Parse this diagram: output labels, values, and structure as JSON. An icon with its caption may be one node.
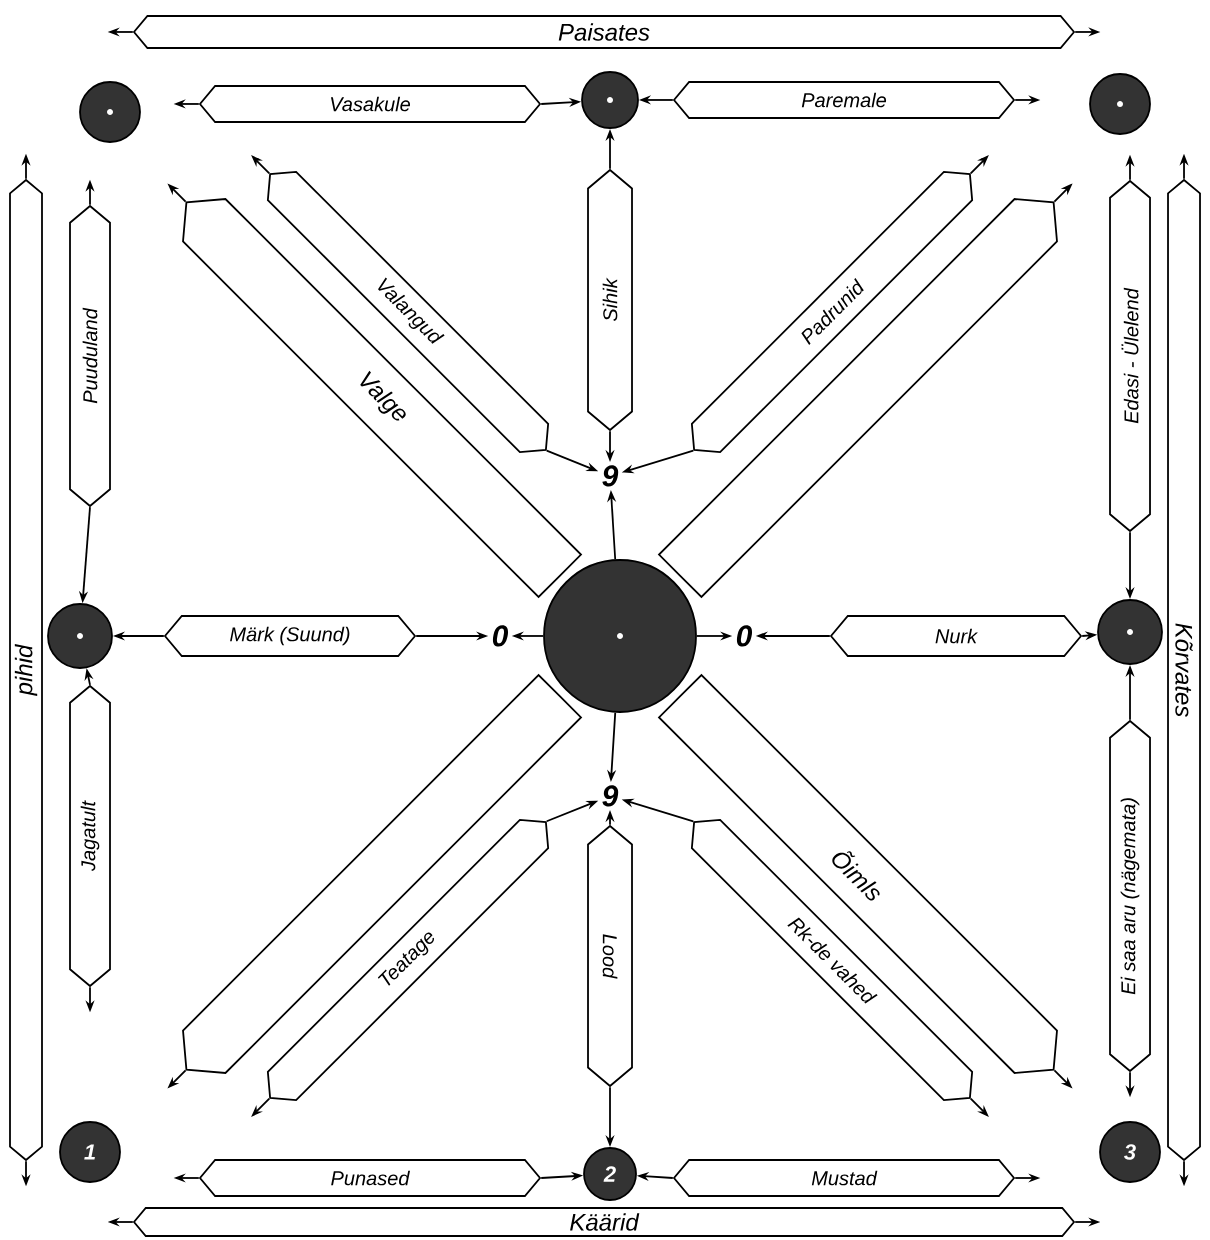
{
  "diagram": {
    "nodes": [
      {
        "text": [
          "Paisates"
        ]
      },
      {
        "text": [
          "Vasakule"
        ]
      },
      {
        "text": [
          "Paremale"
        ]
      },
      {
        "text": [],
        "shape": "circle"
      },
      {
        "text": [],
        "shape": "circle"
      },
      {
        "text": [],
        "shape": "circle"
      },
      {
        "text": [
          "pihid"
        ]
      },
      {
        "text": [
          "Puuduland"
        ]
      },
      {
        "text": [
          "Valge"
        ]
      },
      {
        "text": [
          "Valangud"
        ]
      },
      {
        "text": [
          "Sihik"
        ]
      },
      {
        "text": [
          "Padrunid"
        ]
      },
      {
        "text": [],
        "shape": "bar"
      },
      {
        "text": [
          "Edasi - Ülelend"
        ]
      },
      {
        "text": [
          "Kõrvates"
        ]
      },
      {
        "text": [],
        "shape": "circle"
      },
      {
        "text": [
          "Märk (Suund)"
        ]
      },
      {
        "text": [
          "0"
        ]
      },
      {
        "text": [],
        "shape": "circle"
      },
      {
        "text": [
          "0"
        ]
      },
      {
        "text": [
          "Nurk"
        ]
      },
      {
        "text": [],
        "shape": "circle"
      },
      {
        "text": [
          "9"
        ]
      },
      {
        "text": [
          "9"
        ]
      },
      {
        "text": [
          "Jagatult"
        ]
      },
      {
        "text": [],
        "shape": "bar"
      },
      {
        "text": [
          "Teatage"
        ]
      },
      {
        "text": [
          "Lood"
        ]
      },
      {
        "text": [
          "Rk-de vahed"
        ]
      },
      {
        "text": [
          "Õimls"
        ]
      },
      {
        "text": [
          "Ei saa aru (nägemata)"
        ]
      },
      {
        "text": [
          "1"
        ]
      },
      {
        "text": [
          "Punased"
        ]
      },
      {
        "text": [
          "2"
        ]
      },
      {
        "text": [
          "Mustad"
        ]
      },
      {
        "text": [
          "3"
        ]
      },
      {
        "text": [
          "Käärid"
        ]
      }
    ],
    "edges": [
      {
        "from": 0,
        "to": null,
        "arrow": "to"
      },
      {
        "from": 0,
        "to": null,
        "arrow": "to"
      },
      {
        "from": 1,
        "to": null,
        "arrow": "to"
      },
      {
        "from": 1,
        "to": 4,
        "arrow": "to"
      },
      {
        "from": 2,
        "to": 4,
        "arrow": "to"
      },
      {
        "from": 2,
        "to": null,
        "arrow": "to"
      },
      {
        "from": 6,
        "to": null,
        "arrow": "to"
      },
      {
        "from": 6,
        "to": null,
        "arrow": "to"
      },
      {
        "from": 7,
        "to": null,
        "arrow": "to"
      },
      {
        "from": 7,
        "to": 15,
        "arrow": "to"
      },
      {
        "from": 8,
        "to": null,
        "arrow": "to"
      },
      {
        "from": 9,
        "to": null,
        "arrow": "to"
      },
      {
        "from": 9,
        "to": 22,
        "arrow": "to"
      },
      {
        "from": 10,
        "to": 4,
        "arrow": "to"
      },
      {
        "from": 10,
        "to": 22,
        "arrow": "to"
      },
      {
        "from": 11,
        "to": null,
        "arrow": "to"
      },
      {
        "from": 11,
        "to": 22,
        "arrow": "to"
      },
      {
        "from": 12,
        "to": null,
        "arrow": "to"
      },
      {
        "from": 13,
        "to": null,
        "arrow": "to"
      },
      {
        "from": 13,
        "to": 21,
        "arrow": "to"
      },
      {
        "from": 14,
        "to": null,
        "arrow": "to"
      },
      {
        "from": 14,
        "to": null,
        "arrow": "to"
      },
      {
        "from": 16,
        "to": 15,
        "arrow": "to"
      },
      {
        "from": 16,
        "to": 17,
        "arrow": "to"
      },
      {
        "from": 18,
        "to": 17,
        "arrow": "to"
      },
      {
        "from": 18,
        "to": 19,
        "arrow": "to"
      },
      {
        "from": 18,
        "to": 22,
        "arrow": "to"
      },
      {
        "from": 18,
        "to": 23,
        "arrow": "to"
      },
      {
        "from": 20,
        "to": 19,
        "arrow": "to"
      },
      {
        "from": 20,
        "to": 21,
        "arrow": "to"
      },
      {
        "from": 24,
        "to": 15,
        "arrow": "to"
      },
      {
        "from": 24,
        "to": null,
        "arrow": "to"
      },
      {
        "from": 25,
        "to": null,
        "arrow": "to"
      },
      {
        "from": 26,
        "to": 23,
        "arrow": "to"
      },
      {
        "from": 26,
        "to": null,
        "arrow": "to"
      },
      {
        "from": 27,
        "to": 23,
        "arrow": "to"
      },
      {
        "from": 27,
        "to": 33,
        "arrow": "to"
      },
      {
        "from": 28,
        "to": 23,
        "arrow": "to"
      },
      {
        "from": 28,
        "to": null,
        "arrow": "to"
      },
      {
        "from": 29,
        "to": null,
        "arrow": "to"
      },
      {
        "from": 30,
        "to": 21,
        "arrow": "to"
      },
      {
        "from": 30,
        "to": null,
        "arrow": "to"
      },
      {
        "from": 32,
        "to": null,
        "arrow": "to"
      },
      {
        "from": 32,
        "to": 33,
        "arrow": "to"
      },
      {
        "from": 34,
        "to": 33,
        "arrow": "to"
      },
      {
        "from": 34,
        "to": null,
        "arrow": "to"
      },
      {
        "from": 36,
        "to": null,
        "arrow": "to"
      },
      {
        "from": 36,
        "to": null,
        "arrow": "to"
      }
    ]
  }
}
